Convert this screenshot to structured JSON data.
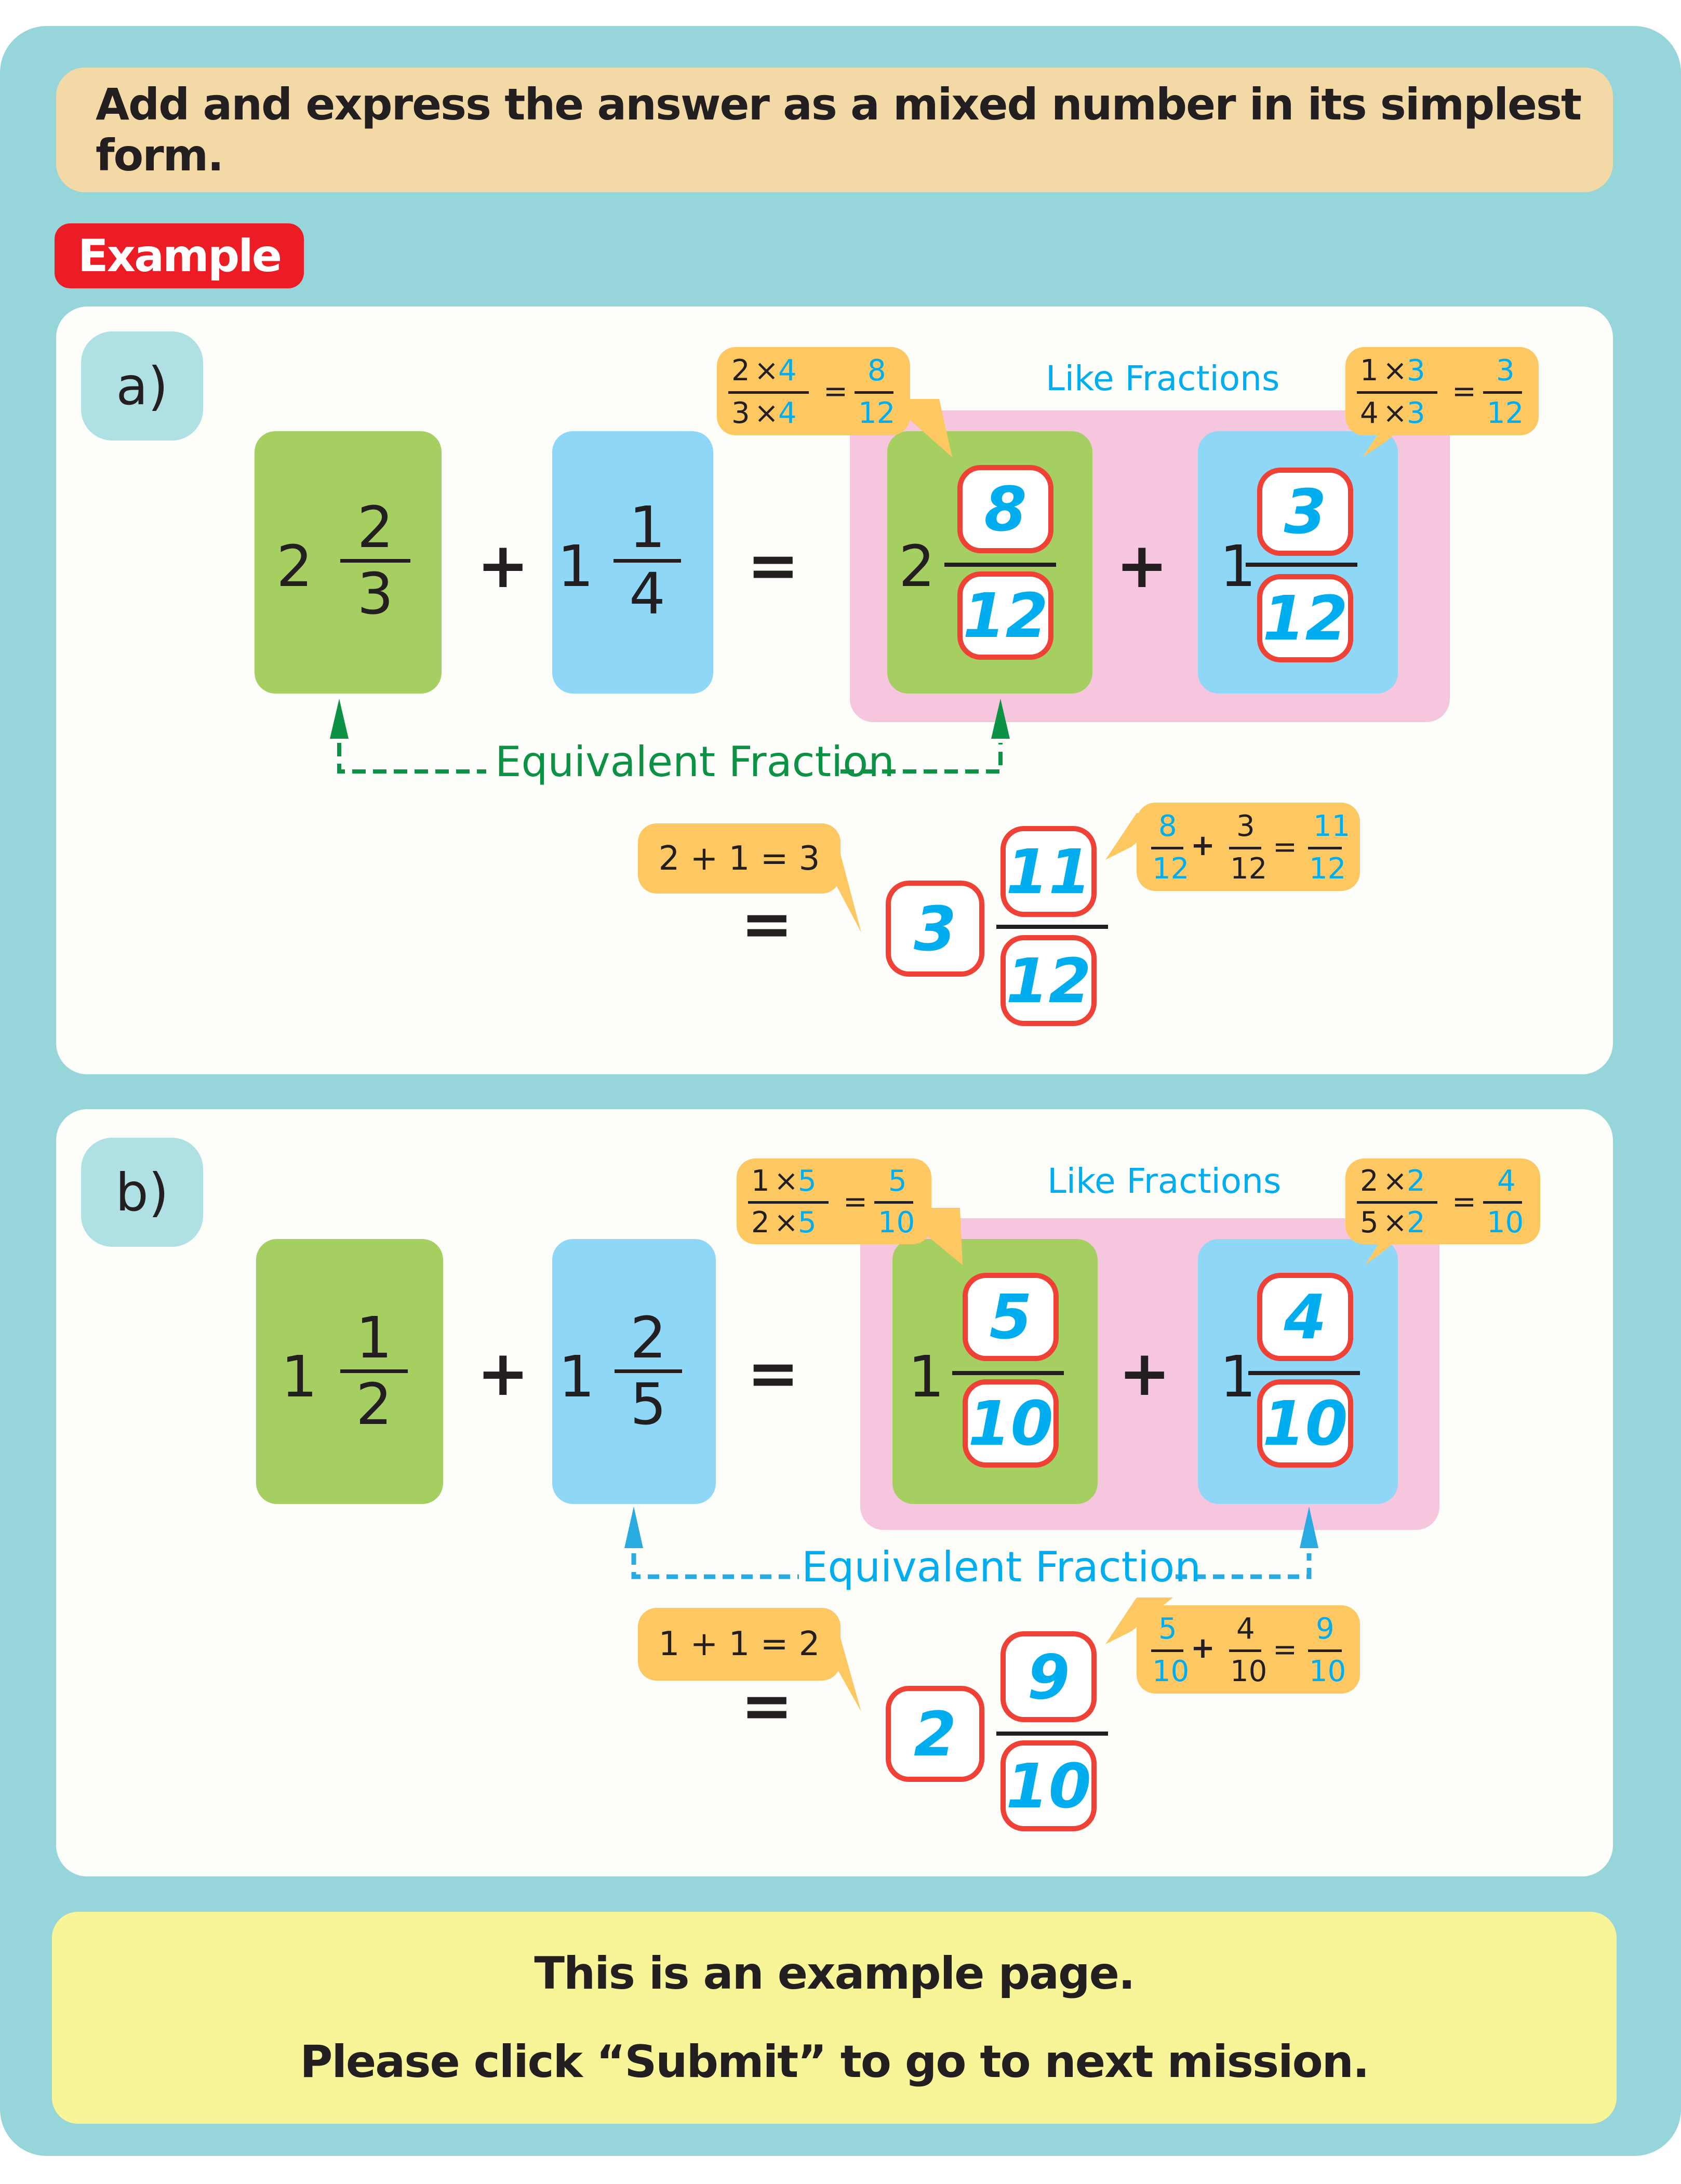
{
  "instruction": "Add and express the answer as a mixed number in its simplest form.",
  "badge": "Example",
  "colors": {
    "background": "#96d5da",
    "instruction_bar": "#f3d9a5",
    "badge": "#ec1c24",
    "green_card": "#a6cf62",
    "blue_card": "#8fd7f7",
    "like_fraction_area": "#f6c6de",
    "bubble": "#fdc862",
    "answer_box_border": "#ef4136",
    "answer_text": "#00aeef",
    "equiv_arrow_a": "#0c9245",
    "equiv_arrow_b": "#29abe2",
    "bottom_bar": "#f8f498"
  },
  "panels": [
    {
      "label": "a)",
      "problem": {
        "first": {
          "whole": "2",
          "num": "2",
          "den": "3"
        },
        "plus": "+",
        "second": {
          "whole": "1",
          "num": "1",
          "den": "4"
        },
        "equals": "="
      },
      "like_fractions_label": "Like Fractions",
      "converted": {
        "first": {
          "whole": "2",
          "num": "8",
          "den": "12"
        },
        "plus": "+",
        "second": {
          "whole": "1",
          "num": "3",
          "den": "12"
        }
      },
      "bubble_left": {
        "num_a": "2",
        "times_top": "×",
        "mult_top": "4",
        "den_a": "3",
        "times_bot": "×",
        "mult_bot": "4",
        "eq": "=",
        "res_num": "8",
        "res_den": "12"
      },
      "bubble_right": {
        "num_a": "1",
        "times_top": "×",
        "mult_top": "3",
        "den_a": "4",
        "times_bot": "×",
        "mult_bot": "3",
        "eq": "=",
        "res_num": "3",
        "res_den": "12"
      },
      "equivalent_label": "Equivalent Fraction",
      "whole_sum_bubble": "2 + 1 = 3",
      "fraction_sum_bubble": {
        "a_num": "8",
        "a_den": "12",
        "plus": "+",
        "b_num": "3",
        "b_den": "12",
        "eq": "=",
        "r_num": "11",
        "r_den": "12"
      },
      "answer": {
        "equals": "=",
        "whole": "3",
        "num": "11",
        "den": "12"
      }
    },
    {
      "label": "b)",
      "problem": {
        "first": {
          "whole": "1",
          "num": "1",
          "den": "2"
        },
        "plus": "+",
        "second": {
          "whole": "1",
          "num": "2",
          "den": "5"
        },
        "equals": "="
      },
      "like_fractions_label": "Like Fractions",
      "converted": {
        "first": {
          "whole": "1",
          "num": "5",
          "den": "10"
        },
        "plus": "+",
        "second": {
          "whole": "1",
          "num": "4",
          "den": "10"
        }
      },
      "bubble_left": {
        "num_a": "1",
        "times_top": "×",
        "mult_top": "5",
        "den_a": "2",
        "times_bot": "×",
        "mult_bot": "5",
        "eq": "=",
        "res_num": "5",
        "res_den": "10"
      },
      "bubble_right": {
        "num_a": "2",
        "times_top": "×",
        "mult_top": "2",
        "den_a": "5",
        "times_bot": "×",
        "mult_bot": "2",
        "eq": "=",
        "res_num": "4",
        "res_den": "10"
      },
      "equivalent_label": "Equivalent Fraction",
      "whole_sum_bubble": "1 + 1 = 2",
      "fraction_sum_bubble": {
        "a_num": "5",
        "a_den": "10",
        "plus": "+",
        "b_num": "4",
        "b_den": "10",
        "eq": "=",
        "r_num": "9",
        "r_den": "10"
      },
      "answer": {
        "equals": "=",
        "whole": "2",
        "num": "9",
        "den": "10"
      }
    }
  ],
  "footer": {
    "line1": "This is an example page.",
    "line2": "Please click “Submit” to go to next mission."
  }
}
